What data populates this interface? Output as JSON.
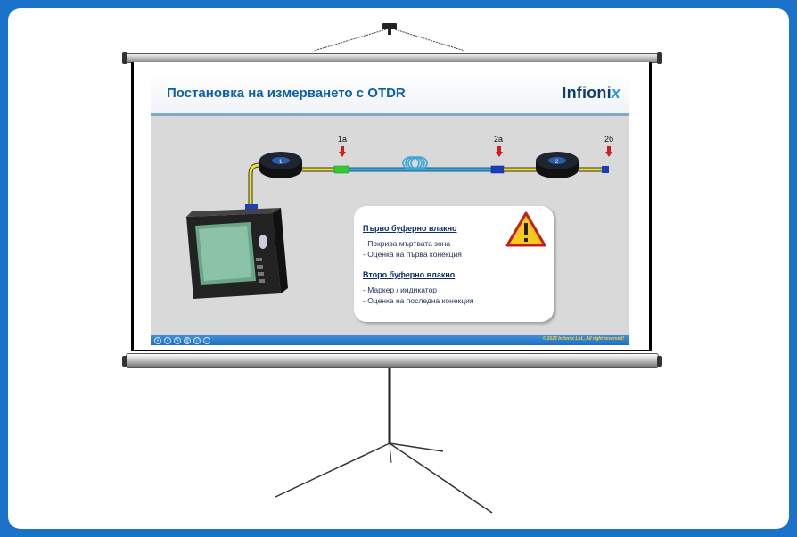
{
  "slide": {
    "title": "Постановка на измерването с OTDR",
    "logo_main": "Infioni",
    "logo_accent": "x",
    "copyright": "© 2022 Infionix Ltd., All right reserved!",
    "footer_icons": [
      "«",
      "‹",
      "✎",
      "⎙",
      "ⓘ",
      "…"
    ]
  },
  "diagram": {
    "spool1_label": "1",
    "spool2_label": "2",
    "points": [
      "1а",
      "2а",
      "2б"
    ],
    "icons": [
      "otdr-device-icon",
      "launch-spool-icon",
      "fiber-coil-icon",
      "receive-spool-icon",
      "connector-icon",
      "warning-triangle-icon"
    ]
  },
  "info": {
    "first_heading": "Първо буферно влакно",
    "first_items": [
      "- Покрива мъртвата зона",
      "- Оценка на първа конекция"
    ],
    "second_heading": "Второ буферно влакно",
    "second_items": [
      "- Маркер / индикатор",
      "- Оценка на последна конекция"
    ]
  },
  "colors": {
    "border_blue": "#1a73c8",
    "title_blue": "#0c5fa8",
    "arrow_red": "#d41c1c",
    "fiber_yellow": "#f2e21a",
    "fiber_blue": "#3aa6d8"
  }
}
